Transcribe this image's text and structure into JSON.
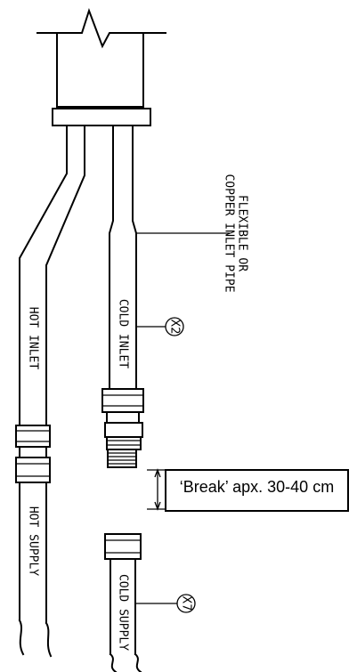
{
  "labels": {
    "hot_inlet": "HOT INLET",
    "cold_inlet": "COLD INLET",
    "hot_supply": "HOT SUPPLY",
    "cold_supply": "COLD SUPPLY",
    "inlet_pipe_line1": "FLEXIBLE OR",
    "inlet_pipe_line2": "COPPER INLET PIPE",
    "qty_inlet": "X2",
    "qty_supply": "X7",
    "break_note": "‘Break’ apx. 30-40 cm"
  }
}
